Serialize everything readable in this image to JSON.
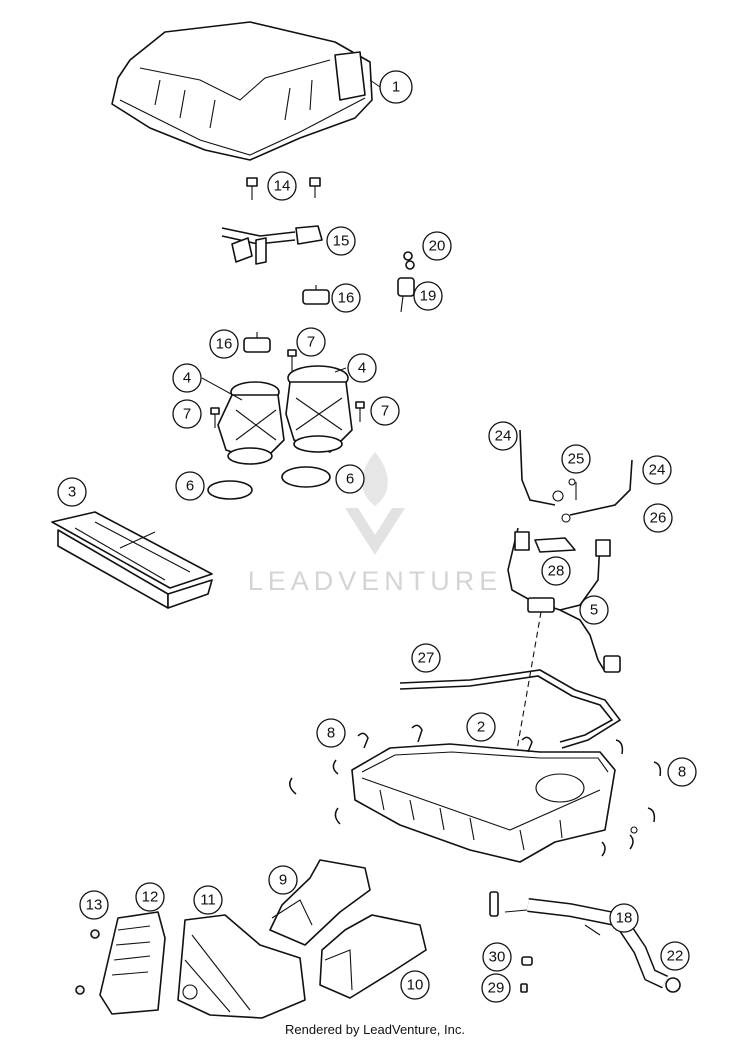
{
  "watermark": {
    "brand": "LEADVENTURE"
  },
  "footer": {
    "text": "Rendered by LeadVenture, Inc."
  },
  "callouts": [
    {
      "id": "c-1",
      "label": "1"
    },
    {
      "id": "c-14",
      "label": "14"
    },
    {
      "id": "c-15",
      "label": "15"
    },
    {
      "id": "c-20",
      "label": "20"
    },
    {
      "id": "c-19",
      "label": "19"
    },
    {
      "id": "c-16a",
      "label": "16"
    },
    {
      "id": "c-16b",
      "label": "16"
    },
    {
      "id": "c-7a",
      "label": "7"
    },
    {
      "id": "c-4a",
      "label": "4"
    },
    {
      "id": "c-4b",
      "label": "4"
    },
    {
      "id": "c-7b",
      "label": "7"
    },
    {
      "id": "c-7c",
      "label": "7"
    },
    {
      "id": "c-6a",
      "label": "6"
    },
    {
      "id": "c-6b",
      "label": "6"
    },
    {
      "id": "c-3",
      "label": "3"
    },
    {
      "id": "c-24a",
      "label": "24"
    },
    {
      "id": "c-25",
      "label": "25"
    },
    {
      "id": "c-24b",
      "label": "24"
    },
    {
      "id": "c-26",
      "label": "26"
    },
    {
      "id": "c-28",
      "label": "28"
    },
    {
      "id": "c-5",
      "label": "5"
    },
    {
      "id": "c-27",
      "label": "27"
    },
    {
      "id": "c-2",
      "label": "2"
    },
    {
      "id": "c-8a",
      "label": "8"
    },
    {
      "id": "c-8b",
      "label": "8"
    },
    {
      "id": "c-9",
      "label": "9"
    },
    {
      "id": "c-13",
      "label": "13"
    },
    {
      "id": "c-12",
      "label": "12"
    },
    {
      "id": "c-11",
      "label": "11"
    },
    {
      "id": "c-18",
      "label": "18"
    },
    {
      "id": "c-10",
      "label": "10"
    },
    {
      "id": "c-30",
      "label": "30"
    },
    {
      "id": "c-22",
      "label": "22"
    },
    {
      "id": "c-29",
      "label": "29"
    }
  ]
}
